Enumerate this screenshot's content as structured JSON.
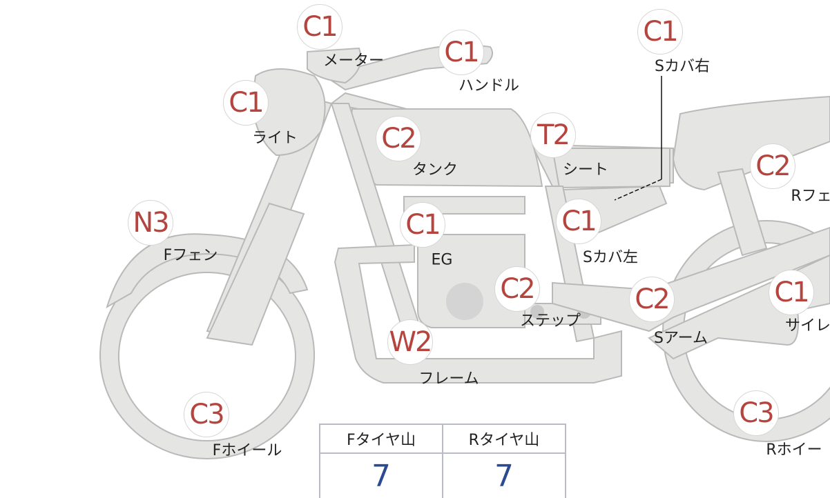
{
  "parts": [
    {
      "grade": "C1",
      "label": "メーター"
    },
    {
      "grade": "C1",
      "label": "ハンドル"
    },
    {
      "grade": "C1",
      "label": "Sカバ右"
    },
    {
      "grade": "C1",
      "label": "ライト"
    },
    {
      "grade": "C2",
      "label": "タンク"
    },
    {
      "grade": "T2",
      "label": "シート"
    },
    {
      "grade": "C2",
      "label": "Rフェ"
    },
    {
      "grade": "N3",
      "label": "Fフェン"
    },
    {
      "grade": "C1",
      "label": "EG"
    },
    {
      "grade": "C1",
      "label": "Sカバ左"
    },
    {
      "grade": "C2",
      "label": "ステップ"
    },
    {
      "grade": "C2",
      "label": "Sアーム"
    },
    {
      "grade": "C1",
      "label": "サイレ"
    },
    {
      "grade": "W2",
      "label": "フレーム"
    },
    {
      "grade": "C3",
      "label": "Fホイール"
    },
    {
      "grade": "C3",
      "label": "Rホイー"
    }
  ],
  "tire_table": {
    "headers": [
      "Fタイヤ山",
      "Rタイヤ山"
    ],
    "values": [
      "7",
      "7"
    ]
  },
  "colors": {
    "grade": "#b5443f",
    "value": "#2c4a92",
    "body": "#e5e5e3"
  }
}
